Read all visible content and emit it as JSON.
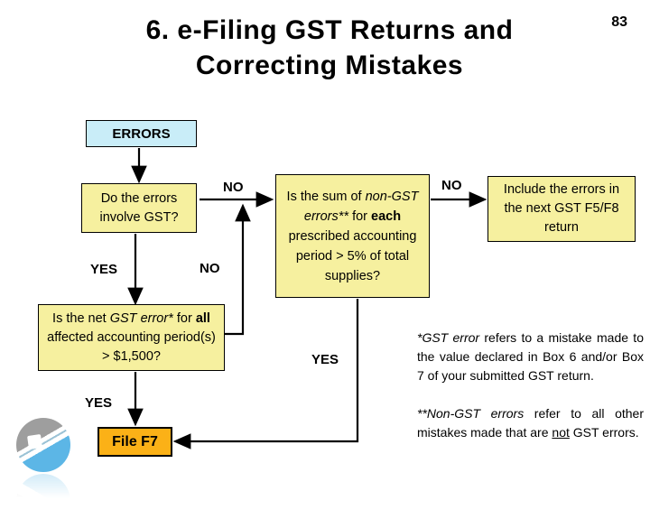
{
  "page_number": "83",
  "title": {
    "line1": "6. e-Filing GST Returns and",
    "line2": "Correcting Mistakes"
  },
  "flowchart": {
    "errors_box": {
      "label": "ERRORS"
    },
    "q_involve_gst": {
      "label": "Do the errors involve GST?"
    },
    "q_nongst": {
      "parts": [
        {
          "text": "Is the sum of ",
          "style": "regular"
        },
        {
          "text": "non-GST errors**",
          "style": "italic"
        },
        {
          "text": " for ",
          "style": "regular"
        },
        {
          "text": "each",
          "style": "bold"
        },
        {
          "text": " prescribed accounting period > 5% of total supplies?",
          "style": "regular"
        }
      ]
    },
    "include_box": {
      "label": "Include the errors in the next GST F5/F8 return"
    },
    "q_netgst": {
      "parts": [
        {
          "text": "Is the net ",
          "style": "regular"
        },
        {
          "text": "GST error*",
          "style": "italic"
        },
        {
          "text": " for ",
          "style": "regular"
        },
        {
          "text": "all",
          "style": "bold"
        },
        {
          "text": " affected accounting period(s) > $1,500?",
          "style": "regular"
        }
      ]
    },
    "file_f7_box": {
      "label": "File F7"
    },
    "labels": {
      "no_from_q1": "NO",
      "yes_from_q1": "YES",
      "no_from_q3": "NO",
      "no_from_q2": "NO",
      "yes_from_q2": "YES",
      "yes_from_q3": "YES"
    }
  },
  "notes": {
    "gst_error": {
      "parts": [
        {
          "text": "*GST error",
          "style": "italic"
        },
        {
          "text": " refers to a mistake made to the value declared in Box 6 and/or Box 7 of your submitted GST return.",
          "style": "regular"
        }
      ]
    },
    "non_gst_error": {
      "parts": [
        {
          "text": "**Non-GST errors",
          "style": "italic"
        },
        {
          "text": " refer to all other mistakes made that are ",
          "style": "regular"
        },
        {
          "text": "not",
          "style": "underline"
        },
        {
          "text": " GST errors.",
          "style": "regular"
        }
      ]
    }
  },
  "colors": {
    "box_cyan": "#c9edf8",
    "box_yellow": "#f6f09f",
    "box_orange": "#fbb117",
    "connector": "#000000",
    "logo_gray": "#9e9e9e",
    "logo_blue": "#5cb6e6"
  }
}
